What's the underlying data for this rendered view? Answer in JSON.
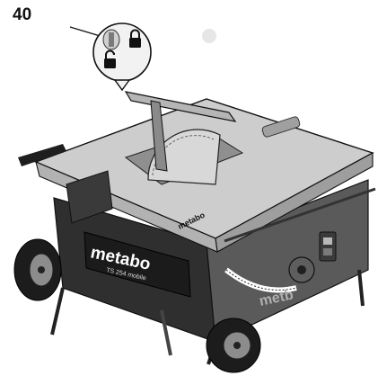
{
  "figure": {
    "number": "40"
  },
  "product": {
    "brand_front": "metabo",
    "model": "TS 254 mobile",
    "brand_side": "metabo",
    "brand_rear": "metb"
  },
  "callout": {
    "icons": [
      "lock-closed-icon",
      "lock-open-icon"
    ]
  },
  "colors": {
    "line": "#1a1a1a",
    "table_top": "#c9c9c9",
    "body_dark": "#2a2a2a",
    "accent_gray": "#8a8a8a",
    "tire": "#1c1c1c"
  }
}
